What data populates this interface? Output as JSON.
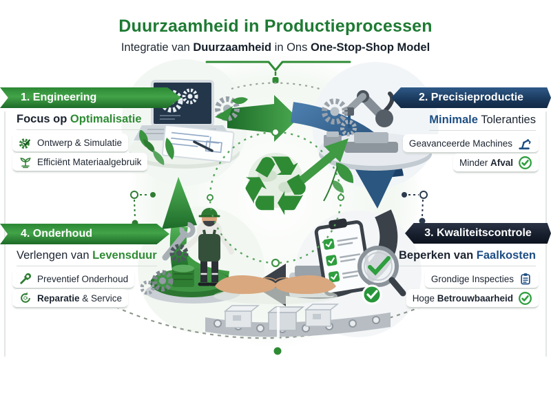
{
  "header": {
    "title": "Duurzaamheid in Productieprocessen",
    "subtitle_part1": "Integratie van ",
    "subtitle_part2": "Duurzaamheid",
    "subtitle_part3": " in Ons ",
    "subtitle_part4": "One-Stop-Shop Model"
  },
  "colors": {
    "accent_green": "#2e8b34",
    "accent_navy": "#1d4e84",
    "banner_green": "#2f8f37",
    "banner_navy": "#1b3a5e",
    "banner_dark": "#141b29",
    "text": "#1c2430"
  },
  "sections": {
    "engineering": {
      "banner": "1. Engineering",
      "headline_pre": "Focus op ",
      "headline_accent": "Optimalisatie",
      "items": [
        {
          "icon": "gear-check-icon",
          "pre": "Ontwerp & Simulatie",
          "bold": "",
          "post": ""
        },
        {
          "icon": "plant-icon",
          "pre": "Efficiënt Materiaalgebruik",
          "bold": "",
          "post": ""
        }
      ]
    },
    "precisieproductie": {
      "banner": "2. Precisieproductie",
      "headline_accent": "Minimale",
      "headline_post": " Toleranties",
      "items": [
        {
          "icon": "robot-arm-icon",
          "pre": "Geavanceerde Machines",
          "bold": "",
          "post": ""
        },
        {
          "icon": "check-circle-icon",
          "pre": "Minder ",
          "bold": "Afval",
          "post": ""
        }
      ]
    },
    "kwaliteitscontrole": {
      "banner": "3. Kwaliteitscontrole",
      "headline_pre": "Beperken van ",
      "headline_accent": "Faalkosten",
      "items": [
        {
          "icon": "clipboard-icon",
          "pre": "Grondige Inspecties",
          "bold": "",
          "post": ""
        },
        {
          "icon": "check-circle-icon",
          "pre": "Hoge ",
          "bold": "Betrouwbaarheid",
          "post": ""
        }
      ]
    },
    "onderhoud": {
      "banner": "4. Onderhoud",
      "headline_pre": "Verlengen van ",
      "headline_accent": "Levensduur",
      "items": [
        {
          "icon": "wrench-icon",
          "pre": "Preventief Onderhoud",
          "bold": "",
          "post": ""
        },
        {
          "icon": "recycle-arrows-icon",
          "pre": "",
          "bold": "Reparatie",
          "post": " & Service"
        }
      ]
    }
  },
  "center": {
    "symbol": "recycle-symbol",
    "motifs": [
      "open-hands",
      "green-leaf",
      "dotted-cycle-ring",
      "conveyor-belt"
    ]
  }
}
